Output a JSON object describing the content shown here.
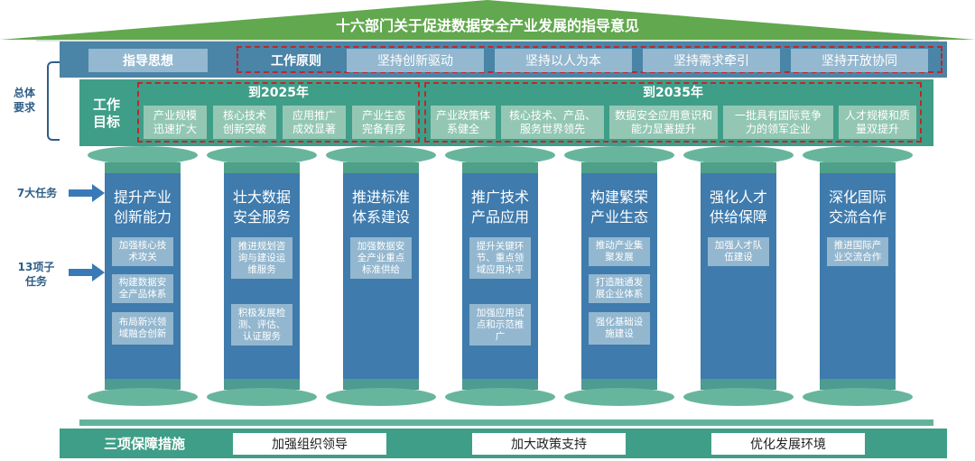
{
  "title": "十六部门关于促进数据安全产业发展的指导意见",
  "guiding_thought": "指导思想",
  "work_principles": {
    "label": "工作原则",
    "items": [
      "坚持创新驱动",
      "坚持以人为本",
      "坚持需求牵引",
      "坚持开放协同"
    ]
  },
  "overall_requirements": "总体要求",
  "work_goals": {
    "label": "工作目标",
    "by_2025": {
      "label": "到2025年",
      "items": [
        "产业规模迅速扩大",
        "核心技术创新突破",
        "应用推广成效显著",
        "产业生态完备有序"
      ]
    },
    "by_2035": {
      "label": "到2035年",
      "items": [
        "产业政策体系健全",
        "核心技术、产品、服务世界领先",
        "数据安全应用意识和能力显著提升",
        "一批具有国际竞争力的领军企业",
        "人才规模和质量双提升"
      ]
    }
  },
  "seven_tasks_label": "7大任务",
  "thirteen_subtasks_label": "13项子任务",
  "tasks": [
    {
      "title": "提升产业创新能力",
      "subtasks": [
        "加强核心技术攻关",
        "构建数据安全产品体系",
        "布局新兴领域融合创新"
      ]
    },
    {
      "title": "壮大数据安全服务",
      "subtasks": [
        "推进规划咨询与建设运维服务",
        "积极发展检测、评估、认证服务"
      ]
    },
    {
      "title": "推进标准体系建设",
      "subtasks": [
        "加强数据安全产业重点标准供给"
      ]
    },
    {
      "title": "推广技术产品应用",
      "subtasks": [
        "提升关键环节、重点领域应用水平",
        "加强应用试点和示范推广"
      ]
    },
    {
      "title": "构建繁荣产业生态",
      "subtasks": [
        "推动产业集聚发展",
        "打造融通发展企业体系",
        "强化基础设施建设"
      ]
    },
    {
      "title": "强化人才供给保障",
      "subtasks": [
        "加强人才队伍建设"
      ]
    },
    {
      "title": "深化国际交流合作",
      "subtasks": [
        "推进国际产业交流合作"
      ]
    }
  ],
  "guarantee": {
    "label": "三项保障措施",
    "items": [
      "加强组织领导",
      "加大政策支持",
      "优化发展环境"
    ]
  },
  "colors": {
    "roof_green": "#62a84e",
    "blue_band": "#4a84a7",
    "teal_band": "#3f9e87",
    "column_shaft": "#3f7bad",
    "dashed_red": "#c0262c",
    "label_blue": "#2f5e87"
  }
}
